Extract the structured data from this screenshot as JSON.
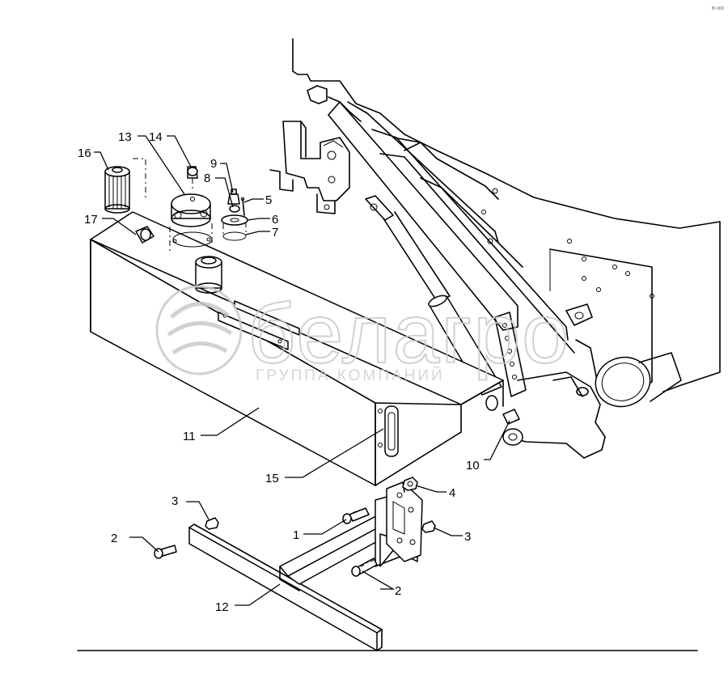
{
  "corner_mark": "В² 000",
  "watermark": {
    "brand": "белагро",
    "subtitle": "ГРУППА КОМПАНИЙ"
  },
  "callouts": [
    {
      "id": "1",
      "label": "1"
    },
    {
      "id": "2a",
      "label": "2"
    },
    {
      "id": "2b",
      "label": "2"
    },
    {
      "id": "3a",
      "label": "3"
    },
    {
      "id": "3b",
      "label": "3"
    },
    {
      "id": "4",
      "label": "4"
    },
    {
      "id": "5",
      "label": "5"
    },
    {
      "id": "6",
      "label": "6"
    },
    {
      "id": "7",
      "label": "7"
    },
    {
      "id": "8",
      "label": "8"
    },
    {
      "id": "9",
      "label": "9"
    },
    {
      "id": "10",
      "label": "10"
    },
    {
      "id": "11",
      "label": "11"
    },
    {
      "id": "12",
      "label": "12"
    },
    {
      "id": "13",
      "label": "13"
    },
    {
      "id": "14",
      "label": "14"
    },
    {
      "id": "15",
      "label": "15"
    },
    {
      "id": "16",
      "label": "16"
    },
    {
      "id": "17",
      "label": "17"
    }
  ]
}
